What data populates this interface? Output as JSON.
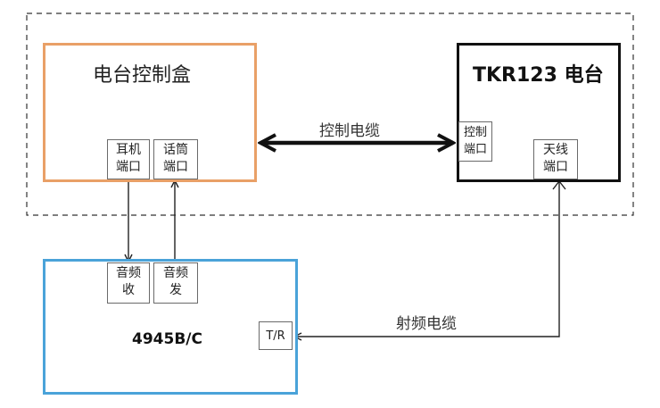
{
  "control_box": {
    "title": "电台控制盒"
  },
  "radio": {
    "title": "TKR123 电台"
  },
  "device": {
    "title": "4945B/C"
  },
  "ports": {
    "earphone": [
      "耳机",
      "端口"
    ],
    "microphone": [
      "话筒",
      "端口"
    ],
    "control": [
      "控制",
      "端口"
    ],
    "antenna": [
      "天线",
      "端口"
    ],
    "audio_rx": [
      "音频",
      "收"
    ],
    "audio_tx": [
      "音频",
      "发"
    ],
    "tr": "T/R"
  },
  "cables": {
    "control": "控制电缆",
    "rf": "射频电缆"
  },
  "colors": {
    "control_box_border": "#e9a067",
    "radio_border": "#111111",
    "device_border": "#4aa3d9",
    "dashed_group": "#333333"
  }
}
